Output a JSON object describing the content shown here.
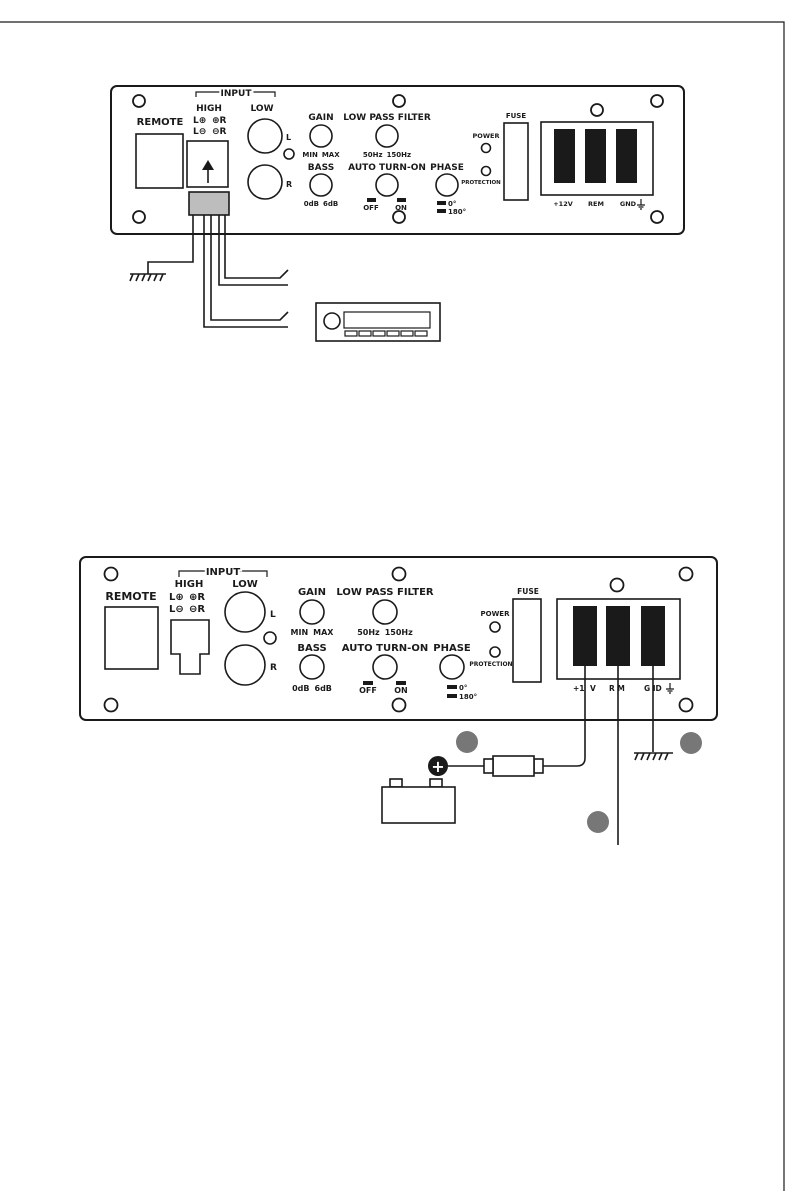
{
  "page_border_color": "#1a1a1a",
  "panel": {
    "remote_label": "REMOTE",
    "input_label": "INPUT",
    "high_label": "HIGH",
    "low_label": "LOW",
    "high_left_pos": "L⊕",
    "high_right_pos": "⊕R",
    "high_left_neg": "L⊖",
    "high_right_neg": "⊖R",
    "rca_l_label": "L",
    "rca_r_label": "R",
    "gain_label": "GAIN",
    "gain_min": "MIN",
    "gain_max": "MAX",
    "bass_label": "BASS",
    "bass_min": "0dB",
    "bass_max": "6dB",
    "lpf_label": "LOW PASS FILTER",
    "lpf_min": "50Hz",
    "lpf_max": "150Hz",
    "auto_label": "AUTO TURN-ON",
    "auto_off": "OFF",
    "auto_on": "ON",
    "phase_label": "PHASE",
    "phase_0": "0°",
    "phase_180": "180°",
    "power_label": "POWER",
    "protection_label": "PROTECTION",
    "fuse_label": "FUSE",
    "term_12v": "+12V",
    "term_rem": "REM",
    "term_gnd": "GND"
  },
  "bottom_panel": {
    "term_12v": "+1",
    "term_12v_tail": "V",
    "term_rem": "R M",
    "term_gnd": "G ID"
  },
  "battery_plus_symbol": "+",
  "callout_color": "#777777"
}
